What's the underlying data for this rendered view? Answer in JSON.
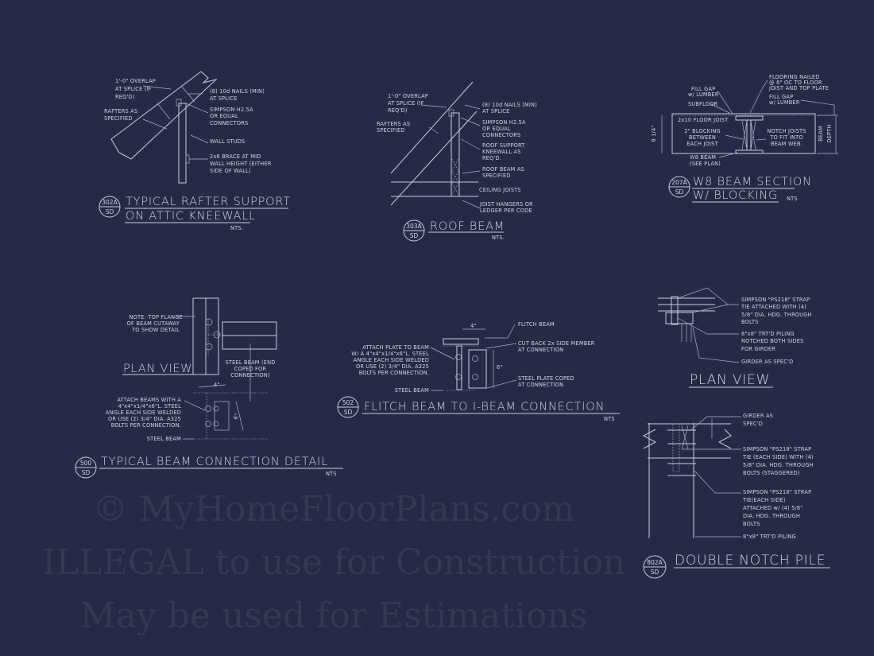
{
  "colors": {
    "background": "#252a45",
    "linework": "#c9cde0"
  },
  "watermark": [
    "© MyHomeFloorPlans.com",
    "ILLEGAL to use for Construction",
    "May be used for Estimations"
  ],
  "details": [
    {
      "number": "302A",
      "sheet": "SD",
      "title": [
        "TYPICAL RAFTER SUPPORT",
        "ON ATTIC KNEEWALL"
      ],
      "scale": "NTS.",
      "notes": [
        "1'-0\" OVERLAP",
        "AT SPLICE (IF",
        "REQ'D)",
        "RAFTERS AS",
        "SPECIFIED",
        "(8) 10d NAILS (MIN)",
        "AT SPLICE",
        "SIMPSON H2.5A",
        "OR EQUAL",
        "CONNECTORS",
        "WALL STUDS",
        "2x6 BRACE AT MID",
        "WALL HEIGHT (EITHER",
        "SIDE OF WALL)"
      ]
    },
    {
      "number": "303A",
      "sheet": "SD",
      "title": [
        "ROOF BEAM"
      ],
      "scale": "NTS.",
      "notes": [
        "1'-0\" OVERLAP",
        "AT SPLICE (IF",
        "REQ'D)",
        "RAFTERS AS",
        "SPECIFIED",
        "(8) 10d NAILS (MIN)",
        "AT SPLICE",
        "SIMPSON H2.5A",
        "OR EQUAL",
        "CONNECTORS",
        "ROOF SUPPORT",
        "KNEEWALL AS",
        "REQ'D.",
        "ROOF BEAM AS",
        "SPECIFIED",
        "CEILING JOISTS",
        "JOIST HANGERS OR",
        "LEDGER PER CODE"
      ]
    },
    {
      "number": "207A",
      "sheet": "SD",
      "title": [
        "W8 BEAM SECTION",
        "W/ BLOCKING"
      ],
      "scale": "NTS",
      "notes": [
        "FLOORING NAILED",
        "@ 6\" OC TO FLOOR",
        "JOIST AND TOP PLATE",
        "FILL GAP",
        "w/ LUMBER",
        "SUBFLOOR",
        "FILL GAP",
        "w/ LUMBER",
        "2x10 FLOOR JOIST",
        "2\" BLOCKING",
        "BETWEEN",
        "EACH JOIST",
        "NOTCH JOISTS",
        "TO FIT INTO",
        "BEAM WEB.",
        "W8 BEAM",
        "(SEE PLAN)",
        "9 1/4\"",
        "BEAM",
        "DEPTH"
      ]
    },
    {
      "number": "500",
      "sheet": "SD",
      "title": [
        "TYPICAL BEAM CONNECTION DETAIL"
      ],
      "scale": "NTS",
      "subtitle": "PLAN VIEW",
      "notes": [
        "NOTE: TOP FLANGE",
        "OF BEAM CUTAWAY",
        "TO SHOW DETAIL",
        "STEEL BEAM (END",
        "COPED FOR",
        "CONNECTION)",
        "4\"",
        "ATTACH BEAMS WITH A",
        "4\"x4\"x1/4\"x6\"L. STEEL",
        "ANGLE EACH SIDE WELDED",
        "OR USE (2) 3/4\" DIA. A325",
        "BOLTS PER CONNECTION.",
        "STEEL BEAM",
        "6\""
      ]
    },
    {
      "number": "502",
      "sheet": "SD",
      "title": [
        "FLITCH BEAM TO I-BEAM CONNECTION"
      ],
      "scale": "NTS",
      "notes": [
        "FLITCH BEAM",
        "4\"",
        "CUT BACK 2x  SIDE MEMBER",
        "AT CONNECTION",
        "ATTACH PLATE TO BEAM",
        "W/ A 4\"x4\"x1/4\"x6\"L. STEEL",
        "ANGLE EACH SIDE WELDED",
        "OR USE (2) 3/4\" DIA. A325",
        "BOLTS PER CONNECTION.",
        "6\"",
        "STEEL PLATE COPED",
        "AT CONNECTION",
        "STEEL BEAM"
      ]
    },
    {
      "subtitle": "PLAN VIEW",
      "notes": [
        "SIMPSON \"PS218\" STRAP",
        "TIE ATTACHED WITH (4)",
        "5/8\" DIA. HDG. THROUGH",
        "BOLTS",
        "8\"x8\" TRT'D PILING",
        "NOTCHED BOTH SIDES",
        "FOR GIRDER",
        "GIRDER AS SPEC'D"
      ]
    },
    {
      "number": "802A",
      "sheet": "SD",
      "title": [
        "DOUBLE NOTCH PILE"
      ],
      "notes": [
        "GIRDER AS",
        "SPEC'D",
        "SIMPSON \"PS218\" STRAP",
        "TIE (EACH SIDE) WITH (4)",
        "5/8\" DIA. HDG. THROUGH",
        "BOLTS (STAGGERED)",
        "SIMPSON \"PS218\" STRAP",
        "TIE(EACH SIDE)",
        "ATTACHED w/ (4) 5/8\"",
        "DIA. HDG. THROUGH",
        "BOLTS",
        "8\"x8\" TRT'D PILING"
      ]
    }
  ]
}
